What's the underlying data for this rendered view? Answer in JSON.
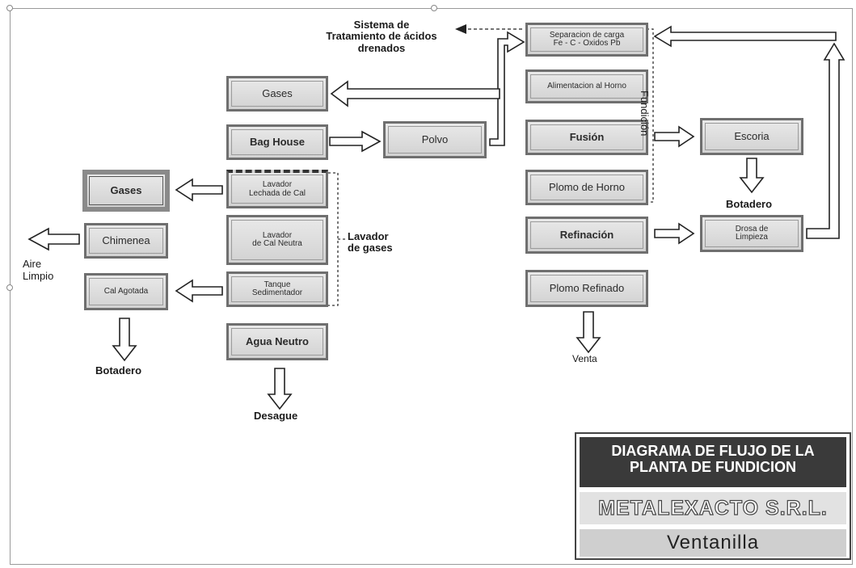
{
  "boxes": {
    "gases_top": "Gases",
    "bag_house": "Bag House",
    "polvo": "Polvo",
    "gases_left": "Gases",
    "chimenea": "Chimenea",
    "cal_agotada": "Cal Agotada",
    "lavador_lechada_l1": "Lavador",
    "lavador_lechada_l2": "Lechada de Cal",
    "lavador_cal_l1": "Lavador",
    "lavador_cal_l2": "de Cal Neutra",
    "tanque_l1": "Tanque",
    "tanque_l2": "Sedimentador",
    "agua_neutro": "Agua Neutro",
    "separacion_l1": "Separacion de carga",
    "separacion_l2": "Fe - C - Oxidos Pb",
    "alimentacion": "Alimentacion al Horno",
    "fusion": "Fusión",
    "plomo_horno": "Plomo de Horno",
    "refinacion": "Refinación",
    "plomo_refinado": "Plomo Refinado",
    "escoria": "Escoria",
    "drosa_l1": "Drosa de",
    "drosa_l2": "Limpieza"
  },
  "labels": {
    "sistema_l1": "Sistema de",
    "sistema_l2": "Tratamiento de ácidos",
    "sistema_l3": "drenados",
    "fundicion": "Fundición",
    "lavador_gases_l1": "Lavador",
    "lavador_gases_l2": "de gases",
    "aire_l1": "Aire",
    "aire_l2": "Limpio",
    "botadero_left": "Botadero",
    "desague": "Desague",
    "venta": "Venta",
    "botadero_right": "Botadero"
  },
  "logo": {
    "title_l1": "DIAGRAMA DE FLUJO DE LA",
    "title_l2": "PLANTA DE FUNDICION",
    "company": "METALEXACTO S.R.L.",
    "location": "Ventanilla"
  }
}
